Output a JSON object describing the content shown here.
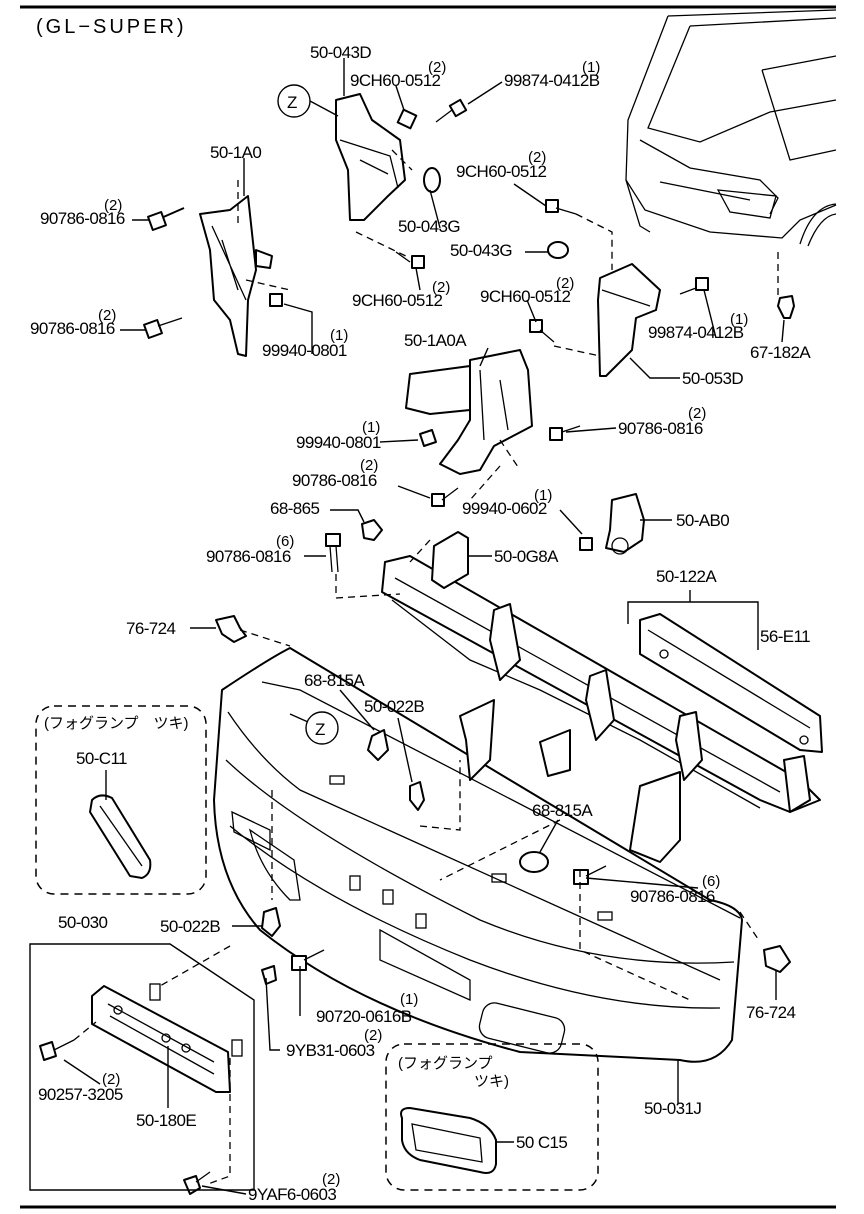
{
  "header": {
    "title": "(GL−SUPER)"
  },
  "callouts": [
    {
      "id": "c1",
      "code": "50-043D",
      "qty": ""
    },
    {
      "id": "c2",
      "code": "9CH60-0512",
      "qty": "(2)"
    },
    {
      "id": "c3",
      "code": "99874-0412B",
      "qty": "(1)"
    },
    {
      "id": "c4",
      "code": "50-1A0",
      "qty": ""
    },
    {
      "id": "c5",
      "code": "9CH60-0512",
      "qty": "(2)"
    },
    {
      "id": "c6",
      "code": "90786-0816",
      "qty": "(2)"
    },
    {
      "id": "c7",
      "code": "50-043G",
      "qty": ""
    },
    {
      "id": "c8",
      "code": "50-043G",
      "qty": ""
    },
    {
      "id": "c9",
      "code": "9CH60-0512",
      "qty": "(2)"
    },
    {
      "id": "c10",
      "code": "9CH60-0512",
      "qty": "(2)"
    },
    {
      "id": "c11",
      "code": "90786-0816",
      "qty": "(2)"
    },
    {
      "id": "c12",
      "code": "99874-0412B",
      "qty": "(1)"
    },
    {
      "id": "c13",
      "code": "67-182A",
      "qty": ""
    },
    {
      "id": "c14",
      "code": "99940-0801",
      "qty": "(1)"
    },
    {
      "id": "c15",
      "code": "50-1A0A",
      "qty": ""
    },
    {
      "id": "c16",
      "code": "50-053D",
      "qty": ""
    },
    {
      "id": "c17",
      "code": "99940-0801",
      "qty": "(1)"
    },
    {
      "id": "c18",
      "code": "90786-0816",
      "qty": "(2)"
    },
    {
      "id": "c19",
      "code": "90786-0816",
      "qty": "(2)"
    },
    {
      "id": "c20",
      "code": "68-865",
      "qty": ""
    },
    {
      "id": "c21",
      "code": "99940-0602",
      "qty": "(1)"
    },
    {
      "id": "c22",
      "code": "50-AB0",
      "qty": ""
    },
    {
      "id": "c23",
      "code": "90786-0816",
      "qty": "(6)"
    },
    {
      "id": "c24",
      "code": "50-0G8A",
      "qty": ""
    },
    {
      "id": "c25",
      "code": "50-122A",
      "qty": ""
    },
    {
      "id": "c26",
      "code": "76-724",
      "qty": ""
    },
    {
      "id": "c27",
      "code": "56-E11",
      "qty": ""
    },
    {
      "id": "c28",
      "code": "68-815A",
      "qty": ""
    },
    {
      "id": "c29",
      "code": "50-022B",
      "qty": ""
    },
    {
      "id": "c30",
      "code": "50-C11",
      "qty": ""
    },
    {
      "id": "c31",
      "code": "68-815A",
      "qty": ""
    },
    {
      "id": "c32",
      "code": "90786-0816",
      "qty": "(6)"
    },
    {
      "id": "c33",
      "code": "50-030",
      "qty": ""
    },
    {
      "id": "c34",
      "code": "50-022B",
      "qty": ""
    },
    {
      "id": "c35",
      "code": "76-724",
      "qty": ""
    },
    {
      "id": "c36",
      "code": "90720-0616B",
      "qty": "(1)"
    },
    {
      "id": "c37",
      "code": "9YB31-0603",
      "qty": "(2)"
    },
    {
      "id": "c38",
      "code": "90257-3205",
      "qty": "(2)"
    },
    {
      "id": "c39",
      "code": "50-180E",
      "qty": ""
    },
    {
      "id": "c40",
      "code": "50-031J",
      "qty": ""
    },
    {
      "id": "c41",
      "code": "50 C15",
      "qty": ""
    },
    {
      "id": "c42",
      "code": "9YAF6-0603",
      "qty": "(2)"
    }
  ],
  "markers": [
    {
      "letter": "Z"
    },
    {
      "letter": "Z"
    }
  ],
  "option_boxes": [
    {
      "title": "(フォグランプ　ツキ)"
    },
    {
      "title_line1": "(フォグランプ",
      "title_line2": "ツキ)"
    }
  ]
}
